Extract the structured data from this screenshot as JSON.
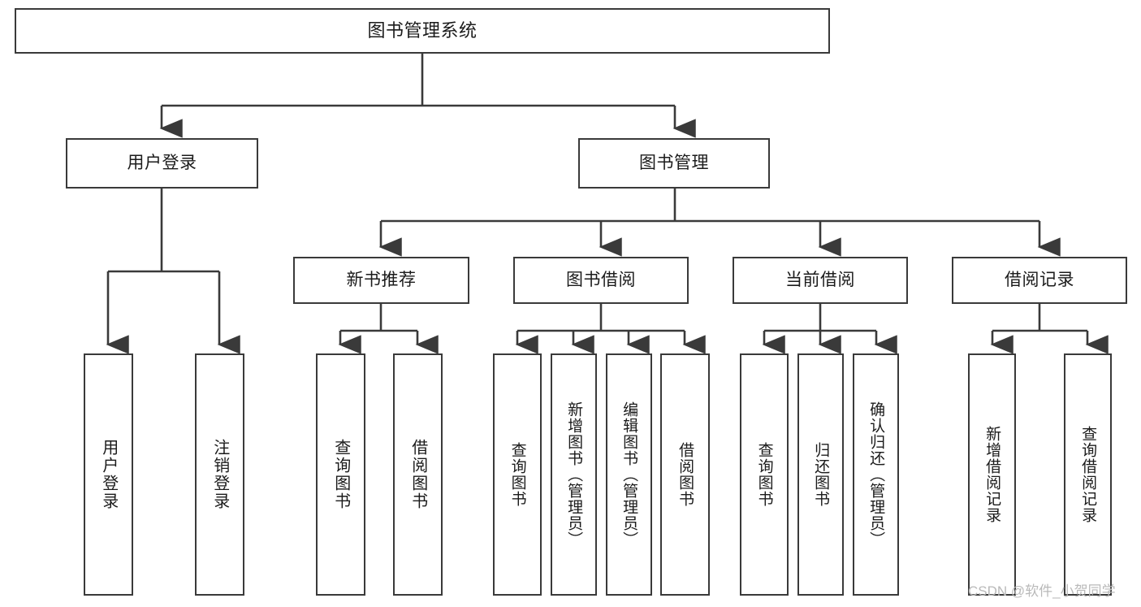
{
  "diagram": {
    "title": "图书管理系统",
    "type": "tree-hierarchy",
    "stroke_color": "#3a3a3a",
    "background_color": "#ffffff",
    "root": {
      "label": "图书管理系统"
    },
    "level2": [
      {
        "label": "用户登录"
      },
      {
        "label": "图书管理"
      }
    ],
    "level3": [
      {
        "label": "新书推荐"
      },
      {
        "label": "图书借阅"
      },
      {
        "label": "当前借阅"
      },
      {
        "label": "借阅记录"
      }
    ],
    "leaves": {
      "user_login": [
        {
          "label": "用户登录"
        },
        {
          "label": "注销登录"
        }
      ],
      "new_book_recommend": [
        {
          "label": "查询图书"
        },
        {
          "label": "借阅图书"
        }
      ],
      "book_borrow": [
        {
          "label": "查询图书"
        },
        {
          "label": "新增图书（管理员）"
        },
        {
          "label": "编辑图书（管理员）"
        },
        {
          "label": "借阅图书"
        }
      ],
      "current_borrow": [
        {
          "label": "查询图书"
        },
        {
          "label": "归还图书"
        },
        {
          "label": "确认归还（管理员）"
        }
      ],
      "borrow_records": [
        {
          "label": "新增借阅记录"
        },
        {
          "label": "查询借阅记录"
        }
      ]
    }
  },
  "watermark": {
    "text": "CSDN @软件_小贺同学",
    "color": "#b9b9b9"
  }
}
